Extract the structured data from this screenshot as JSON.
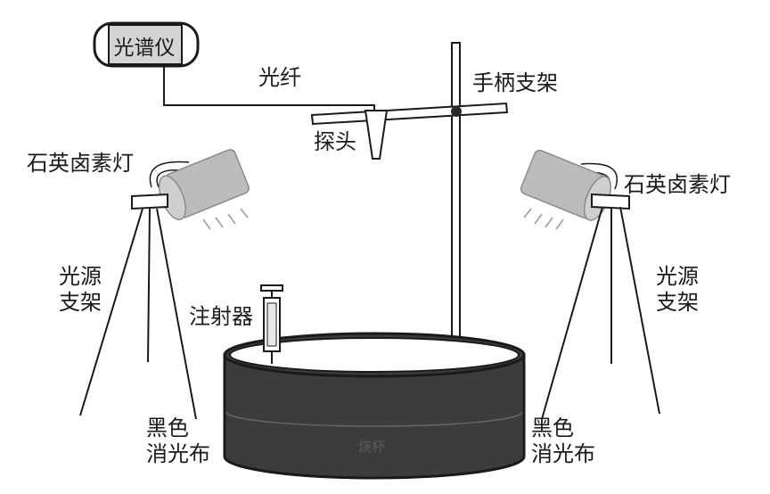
{
  "labels": {
    "spectrometer": "光谱仪",
    "fiber": "光纤",
    "handle_stand": "手柄支架",
    "probe": "探头",
    "lamp_left": "石英卤素灯",
    "lamp_right": "石英卤素灯",
    "light_stand_left_line1": "光源",
    "light_stand_left_line2": "支架",
    "light_stand_right_line1": "光源",
    "light_stand_right_line2": "支架",
    "syringe": "注射器",
    "cloth_left_line1": "黑色",
    "cloth_left_line2": "消光布",
    "cloth_right_line1": "黑色",
    "cloth_right_line2": "消光布",
    "beaker": "烧杯"
  },
  "colors": {
    "line": "#1a1a1a",
    "beaker_dark": "#3c3c3c",
    "lamp_gray": "#bcbcbc",
    "spectrometer_fill": "#d4d4d4"
  }
}
